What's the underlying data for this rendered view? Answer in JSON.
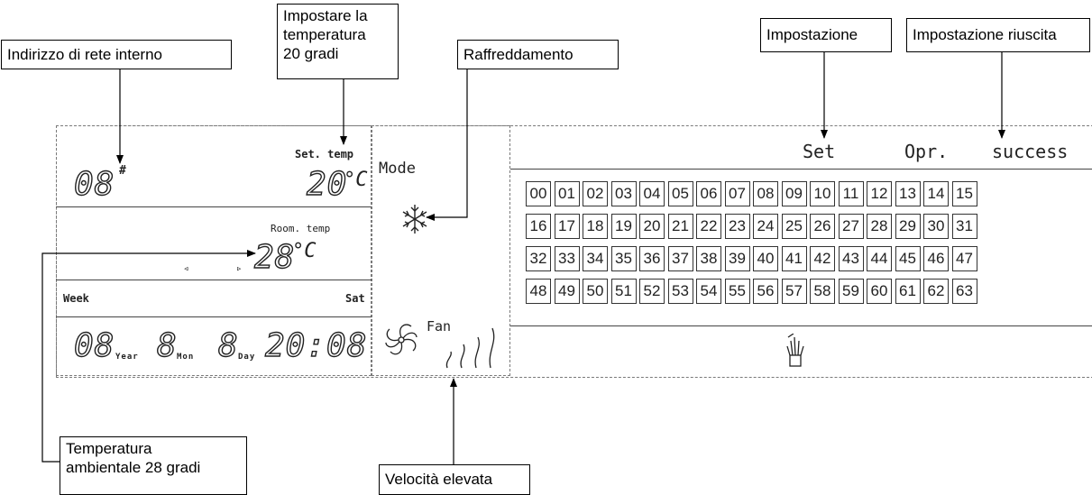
{
  "callouts": {
    "network_address": "Indirizzo di rete interno",
    "set_temperature": "Impostare la\ntemperatura\n20 gradi",
    "cooling": "Raffreddamento",
    "setting": "Impostazione",
    "setting_success": "Impostazione riuscita",
    "room_temperature": "Temperatura\nambientale 28 gradi",
    "high_speed": "Velocità elevata"
  },
  "display": {
    "address": "08",
    "address_mark": "#",
    "set_temp_label": "Set. temp",
    "set_temp_value": "20",
    "degree": "°C",
    "room_temp_label": "Room. temp",
    "room_temp_value": "28",
    "left_arrow": "◃",
    "right_arrow": "▹",
    "week_label": "Week",
    "weekday": "Sat",
    "year_value": "08",
    "year_label": "Year",
    "month_value": "8",
    "month_label": "Mon",
    "day_value": "8",
    "day_label": "Day",
    "time_value": "20:08",
    "mode_label": "Mode",
    "mode_icon": "snowflake-icon",
    "fan_label": "Fan",
    "fan_icon": "fan-icon",
    "status_set": "Set",
    "status_opr": "Opr.",
    "status_success": "success",
    "bottom_icon": "hand-pointer-icon"
  },
  "grid": [
    [
      "00",
      "01",
      "02",
      "03",
      "04",
      "05",
      "06",
      "07",
      "08",
      "09",
      "10",
      "11",
      "12",
      "13",
      "14",
      "15"
    ],
    [
      "16",
      "17",
      "18",
      "19",
      "20",
      "21",
      "22",
      "23",
      "24",
      "25",
      "26",
      "27",
      "28",
      "29",
      "30",
      "31"
    ],
    [
      "32",
      "33",
      "34",
      "35",
      "36",
      "37",
      "38",
      "39",
      "40",
      "41",
      "42",
      "43",
      "44",
      "45",
      "46",
      "47"
    ],
    [
      "48",
      "49",
      "50",
      "51",
      "52",
      "53",
      "54",
      "55",
      "56",
      "57",
      "58",
      "59",
      "60",
      "61",
      "62",
      "63"
    ]
  ]
}
